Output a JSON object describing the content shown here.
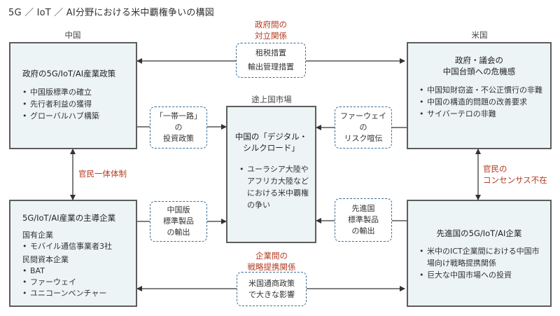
{
  "title": "5G ／ IoT ／ AI分野における米中覇権争いの構図",
  "labels": {
    "china": "中国",
    "us": "米国",
    "developing_market": "途上国市場"
  },
  "colors": {
    "box_fill": "#edf4f5",
    "box_border": "#5d5d5d",
    "dashed_border": "#3a6e97",
    "relation_text": "#b33b21",
    "arrow": "#333333"
  },
  "boxes": {
    "china_gov": {
      "title": "政府の5G/IoT/AI産業政策",
      "bullets": [
        "中国版標準の確立",
        "先行者利益の獲得",
        "グローバルハブ構築"
      ]
    },
    "us_gov": {
      "title_lines": [
        "政府・議会の",
        "中国台頭への危機感"
      ],
      "bullets": [
        "中国知財窃盗・不公正慣行の非難",
        "中国の構造的問題の改善要求",
        "サイバーテロの非難"
      ]
    },
    "center": {
      "title_lines": [
        "中国の「デジタル・",
        "シルクロード」"
      ],
      "bullets": [
        "ユーラシア大陸やアフリカ大陸などにおける米中覇権の争い"
      ]
    },
    "china_corp": {
      "title": "5G/IoT/AI産業の主導企業",
      "group1_label": "国有企業",
      "group1_bullets": [
        "モバイル通信事業者3社"
      ],
      "group2_label": "民間資本企業",
      "group2_bullets": [
        "BAT",
        "ファーウェイ",
        "ユニコーンベンチャー"
      ]
    },
    "us_corp": {
      "title": "先進国の5G/IoT/AI企業",
      "bullets": [
        "米中のICT企業間における中国市場向け戦略提携関係",
        "巨大な中国市場への投資"
      ]
    }
  },
  "connectors": {
    "top": {
      "lines": [
        "租税措置",
        "輸出管理措置"
      ]
    },
    "belt_road": {
      "lines": [
        "「一帯一路」",
        "の",
        "投資政策"
      ]
    },
    "huawei_risk": {
      "lines": [
        "ファーウェイ",
        "の",
        "リスク喧伝"
      ]
    },
    "china_std": {
      "lines": [
        "中国版",
        "標準製品",
        "の輸出"
      ]
    },
    "adv_std": {
      "lines": [
        "先進国",
        "標準製品",
        "の輸出"
      ]
    },
    "bottom": {
      "lines": [
        "米国通商政策",
        "で大きな影響"
      ]
    }
  },
  "relations": {
    "gov_conflict": [
      "政府間の",
      "対立関係"
    ],
    "china_unity": "官民一体体制",
    "us_no_consensus": [
      "官民の",
      "コンセンサス不在"
    ],
    "corp_alliance": [
      "企業間の",
      "戦略提携関係"
    ]
  }
}
